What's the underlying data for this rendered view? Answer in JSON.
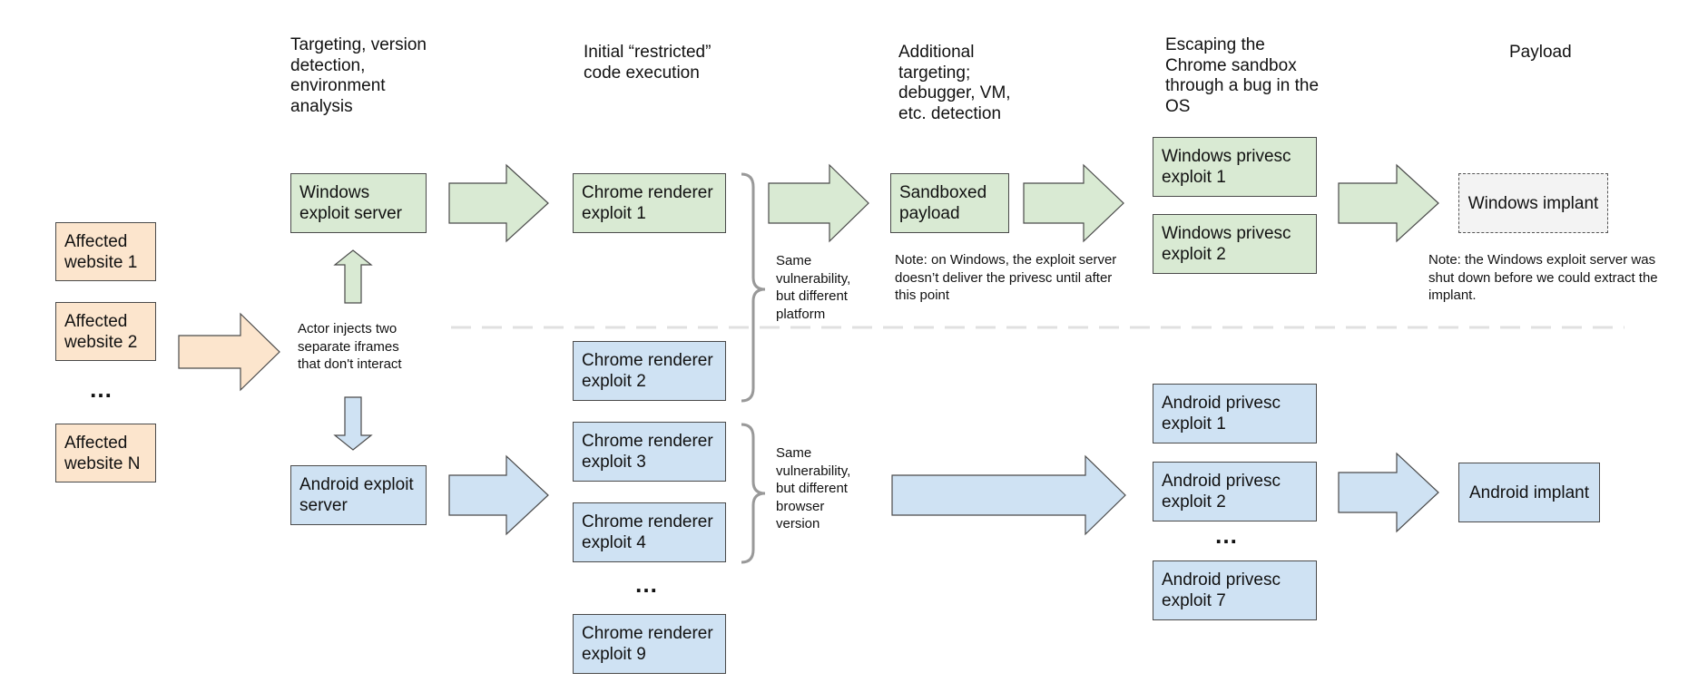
{
  "headers": {
    "targeting": "Targeting, version\ndetection,\nenvironment\nanalysis",
    "initial": "Initial “restricted”\ncode execution",
    "additional": "Additional\ntargeting;\ndebugger, VM,\netc. detection",
    "escaping": "Escaping the\nChrome sandbox\nthrough a bug in the\nOS",
    "payload": "Payload"
  },
  "websites": {
    "site1": "Affected\nwebsite 1",
    "site2": "Affected\nwebsite 2",
    "ellipsis": "…",
    "siteN": "Affected\nwebsite N"
  },
  "servers": {
    "windows": "Windows\nexploit server",
    "android": "Android exploit\nserver"
  },
  "actor_note": "Actor injects two\nseparate iframes\nthat don't interact",
  "renderers": {
    "r1": "Chrome renderer\nexploit 1",
    "r2": "Chrome renderer\nexploit 2",
    "r3": "Chrome renderer\nexploit 3",
    "r4": "Chrome renderer\nexploit 4",
    "ellipsis": "…",
    "r9": "Chrome renderer\nexploit 9"
  },
  "brace_notes": {
    "platform": "Same\nvulnerability,\nbut different\nplatform",
    "version": "Same\nvulnerability,\nbut different\nbrowser\nversion"
  },
  "sandboxed_payload": "Sandboxed\npayload",
  "windows_note": "Note: on Windows, the exploit server\ndoesn’t deliver the privesc until after\nthis point",
  "privesc": {
    "win1": "Windows privesc\nexploit 1",
    "win2": "Windows privesc\nexploit 2",
    "and1": "Android privesc\nexploit 1",
    "and2": "Android privesc\nexploit 2",
    "ellipsis": "…",
    "and7": "Android privesc\nexploit 7"
  },
  "implants": {
    "windows": "Windows implant",
    "android": "Android implant"
  },
  "implant_note": "Note: the Windows exploit server was\nshut down before we could extract the\nimplant.",
  "colors": {
    "windows_fill": "#d9ead3",
    "android_fill": "#cfe2f3",
    "website_fill": "#fce5cd",
    "implant_unknown_fill": "#f3f3f3",
    "divider": "#e0e0e0"
  }
}
